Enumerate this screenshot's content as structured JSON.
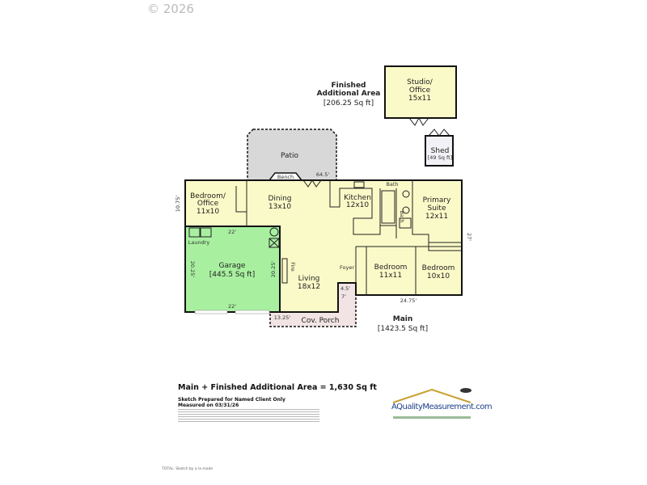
{
  "copyright": "© 2026",
  "colors": {
    "living": "#fafac8",
    "garage": "#a8f0a0",
    "patio": "#d8d8d8",
    "porch": "#f2e4e4",
    "logo_blue": "#1c3f8a",
    "logo_gold": "#c8a030"
  },
  "additional": {
    "title_line1": "Finished",
    "title_line2": "Additional Area",
    "area": "[206.25 Sq ft]"
  },
  "studio": {
    "name_line1": "Studio/",
    "name_line2": "Office",
    "dims": "15x11"
  },
  "shed": {
    "name": "Shed",
    "area": "[49 Sq ft]"
  },
  "patio": {
    "name": "Patio",
    "bench": "Bench",
    "dim": "64.5'"
  },
  "rooms": {
    "bedroom_office": {
      "line1": "Bedroom/",
      "line2": "Office",
      "dims": "11x10"
    },
    "dining": {
      "name": "Dining",
      "dims": "13x10"
    },
    "kitchen": {
      "name": "Kitchen",
      "dims": "12x10"
    },
    "bath_top": "Bath",
    "bath_side": "Bath",
    "primary": {
      "line1": "Primary",
      "line2": "Suite",
      "dims": "12x11"
    },
    "laundry": "Laundry",
    "garage": {
      "name": "Garage",
      "area": "[445.5 Sq ft]",
      "top_dim": "22'",
      "bottom_dim": "22'",
      "left_dim": "20.25'",
      "right_dim": "20.25'"
    },
    "fire": "Fire",
    "living": {
      "name": "Living",
      "dims": "18x12"
    },
    "foyer": "Foyer",
    "bedroom1": {
      "name": "Bedroom",
      "dims": "11x11"
    },
    "bedroom2": {
      "name": "Bedroom",
      "dims": "10x10"
    },
    "porch": {
      "name": "Cov. Porch",
      "dim": "13.25'",
      "dim2": "4.5'",
      "dim3": "7'"
    }
  },
  "dims": {
    "left": "10.75'",
    "right": "27'",
    "bottom": "24.75'"
  },
  "main": {
    "title": "Main",
    "area": "[1423.5 Sq ft]"
  },
  "total": "Main + Finished Additional Area = 1,630 Sq ft",
  "sketch_note": "Sketch Prepared for Named Client Only",
  "measured": "Measured on 03/31/26",
  "logo": "AQualityMeasurement.com",
  "footer": "TOTAL: Sketch by a la mode"
}
